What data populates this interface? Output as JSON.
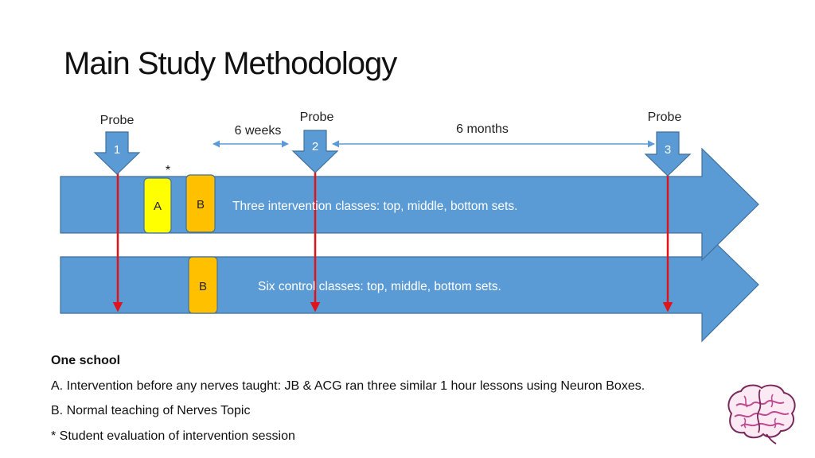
{
  "title": "Main Study Methodology",
  "probes": [
    {
      "label": "Probe",
      "number": "1"
    },
    {
      "label": "Probe",
      "number": "2"
    },
    {
      "label": "Probe",
      "number": "3"
    }
  ],
  "intervals": {
    "first": "6 weeks",
    "second": "6 months"
  },
  "asterisk": "*",
  "rows": {
    "intervention": {
      "text": "Three intervention classes: top, middle, bottom sets.",
      "box_a": "A",
      "box_b": "B"
    },
    "control": {
      "text": "Six control classes: top, middle, bottom sets.",
      "box_b": "B"
    }
  },
  "colors": {
    "arrow_fill": "#5b9bd5",
    "arrow_stroke": "#41719c",
    "probe_line": "#e0141a",
    "box_a": "#ffff00",
    "box_b": "#ffc000",
    "brain": "#e8a5cf"
  },
  "notes": {
    "heading": "One school",
    "a": "A. Intervention before any nerves taught: JB & ACG ran three similar 1 hour lessons using Neuron Boxes.",
    "b": "B. Normal teaching of Nerves Topic",
    "star": "* Student evaluation of intervention session"
  }
}
